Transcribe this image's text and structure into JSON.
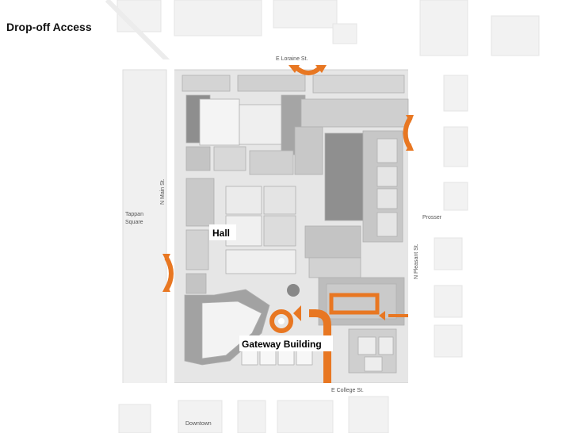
{
  "title": "Drop-off Access",
  "streets": {
    "north": "E Loraine St.",
    "south": "E College St.",
    "west": "N Main St.",
    "east": "N Pleasant St.",
    "east_cross": "Prosser",
    "square": [
      "Tappan",
      "Square"
    ],
    "downtown": "Downtown"
  },
  "buildings": {
    "hall": "Hall",
    "gateway": "Gateway Building"
  },
  "colors": {
    "accent": "#E87722",
    "building_light": "#e2e2e2",
    "building_mid": "#c8c8c8",
    "building_dark": "#8c8c8c",
    "ground": "#d9d9d9"
  }
}
